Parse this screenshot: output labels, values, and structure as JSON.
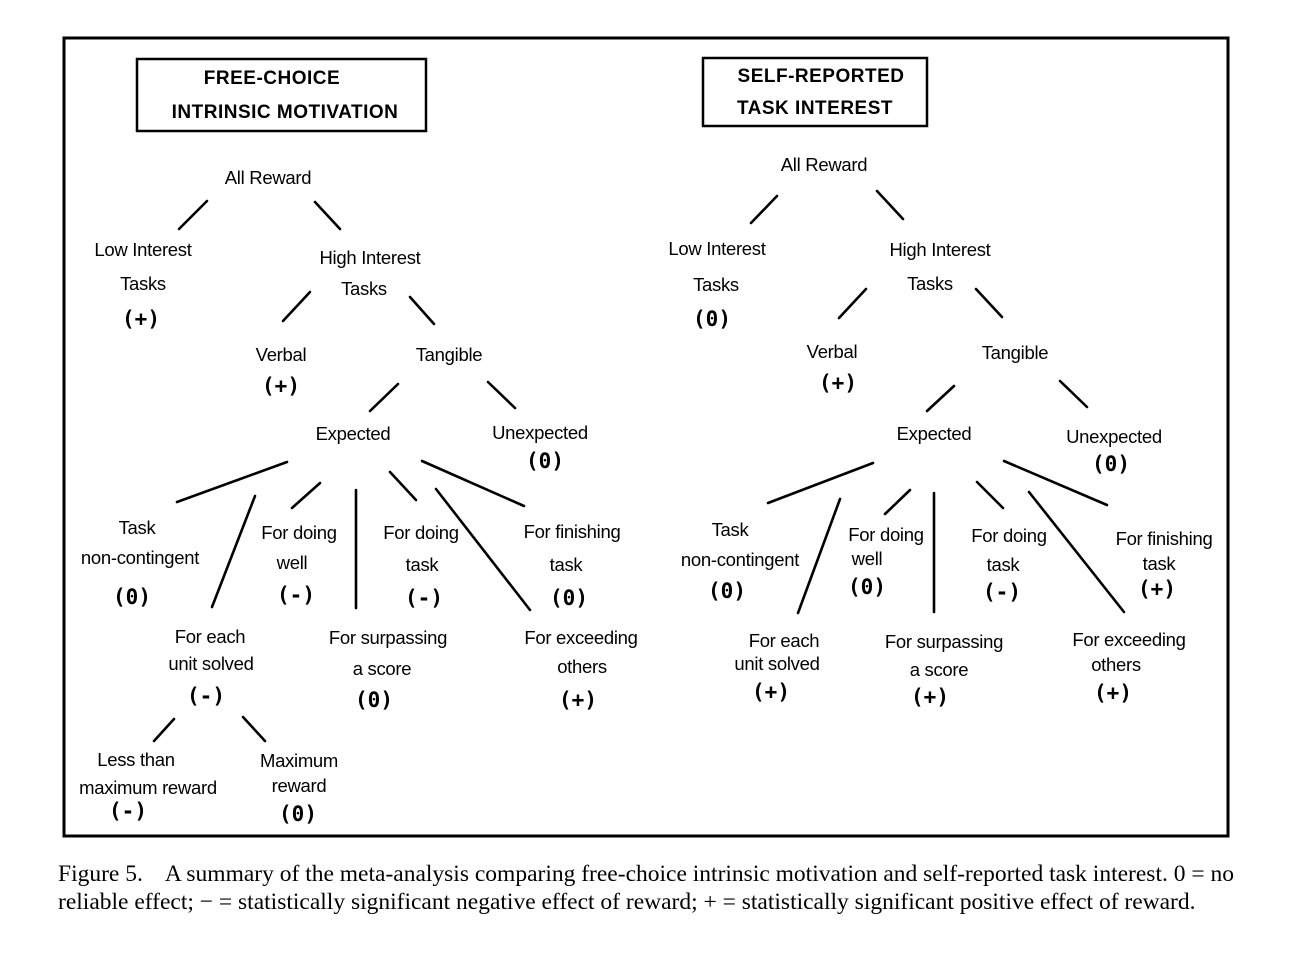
{
  "panels": {
    "left": {
      "title_line1": "FREE-CHOICE",
      "title_line2": "INTRINSIC MOTIVATION",
      "nodes": {
        "all_reward": "All Reward",
        "low_interest_l1": "Low Interest",
        "low_interest_l2": "Tasks",
        "low_interest_eff": "(+)",
        "high_interest_l1": "High Interest",
        "high_interest_l2": "Tasks",
        "verbal": "Verbal",
        "verbal_eff": "(+)",
        "tangible": "Tangible",
        "expected": "Expected",
        "unexpected": "Unexpected",
        "unexpected_eff": "(0)",
        "task_noncont_l1": "Task",
        "task_noncont_l2": "non-contingent",
        "task_noncont_eff": "(0)",
        "doing_well_l1": "For doing",
        "doing_well_l2": "well",
        "doing_well_eff": "(-)",
        "doing_task_l1": "For doing",
        "doing_task_l2": "task",
        "doing_task_eff": "(-)",
        "finishing_l1": "For finishing",
        "finishing_l2": "task",
        "finishing_eff": "(0)",
        "each_unit_l1": "For each",
        "each_unit_l2": "unit solved",
        "each_unit_eff": "(-)",
        "surpassing_l1": "For surpassing",
        "surpassing_l2": "a score",
        "surpassing_eff": "(0)",
        "exceeding_l1": "For exceeding",
        "exceeding_l2": "others",
        "exceeding_eff": "(+)",
        "less_max_l1": "Less than",
        "less_max_l2": "maximum reward",
        "less_max_eff": "(-)",
        "max_l1": "Maximum",
        "max_l2": "reward",
        "max_eff": "(0)"
      }
    },
    "right": {
      "title_line1": "SELF-REPORTED",
      "title_line2": "TASK INTEREST",
      "nodes": {
        "all_reward": "All Reward",
        "low_interest_l1": "Low Interest",
        "low_interest_l2": "Tasks",
        "low_interest_eff": "(0)",
        "high_interest_l1": "High Interest",
        "high_interest_l2": "Tasks",
        "verbal": "Verbal",
        "verbal_eff": "(+)",
        "tangible": "Tangible",
        "expected": "Expected",
        "unexpected": "Unexpected",
        "unexpected_eff": "(0)",
        "task_noncont_l1": "Task",
        "task_noncont_l2": "non-contingent",
        "task_noncont_eff": "(0)",
        "doing_well_l1": "For doing",
        "doing_well_l2": "well",
        "doing_well_eff": "(0)",
        "doing_task_l1": "For doing",
        "doing_task_l2": "task",
        "doing_task_eff": "(-)",
        "finishing_l1": "For finishing",
        "finishing_l2": "task",
        "finishing_eff": "(+)",
        "each_unit_l1": "For each",
        "each_unit_l2": "unit solved",
        "each_unit_eff": "(+)",
        "surpassing_l1": "For surpassing",
        "surpassing_l2": "a score",
        "surpassing_eff": "(+)",
        "exceeding_l1": "For exceeding",
        "exceeding_l2": "others",
        "exceeding_eff": "(+)"
      }
    }
  },
  "caption": {
    "figure_number": "Figure 5.",
    "text": "A summary of the meta-analysis comparing free-choice intrinsic motivation and self-reported task interest. 0 = no reliable effect; − = statistically significant negative effect of reward; + = statistically significant positive effect of reward."
  }
}
